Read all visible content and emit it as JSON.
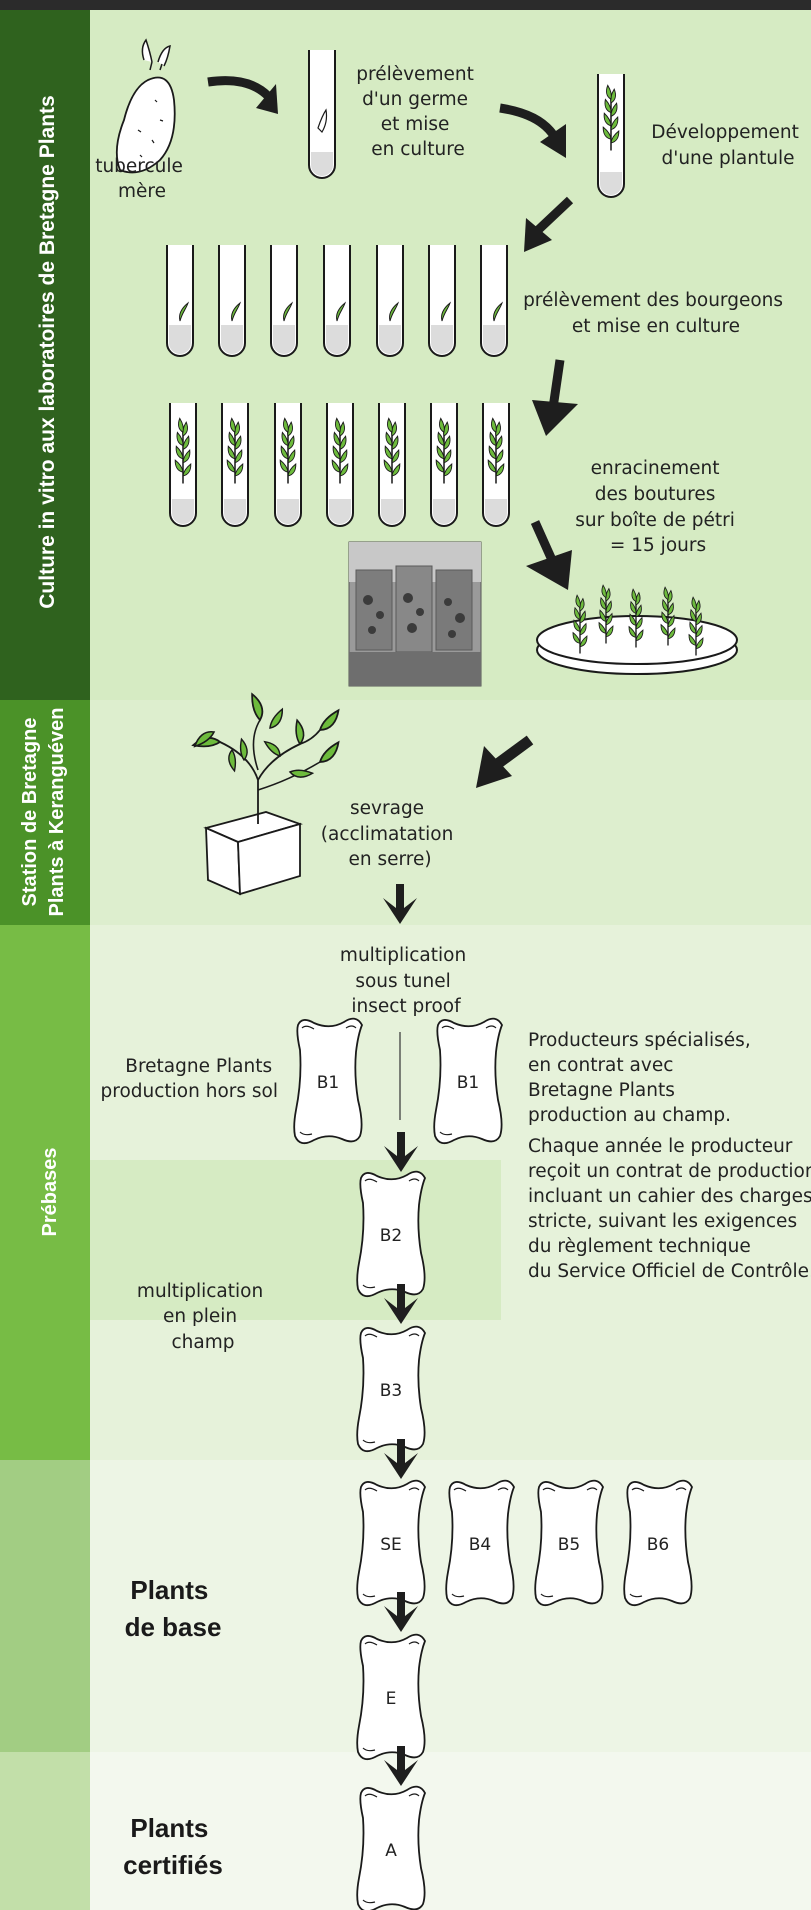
{
  "colors": {
    "top_bar": "#2b2b2b",
    "sidebar_dark": "#2f621e",
    "sidebar_medium": "#4b9228",
    "sidebar_light": "#77bc45",
    "sidebar_pale1": "#a2cd83",
    "sidebar_pale2": "#c2dfa9",
    "bg_lab": "#d6ebc3",
    "bg_station": "#ddeece",
    "bg_prebase": "#e6f2da",
    "bg_base": "#edf5e5",
    "bg_cert": "#f3f8ee",
    "arrow": "#1e1e1e",
    "leaf": "#6dbb3c"
  },
  "sections": {
    "lab": "Culture in vitro aux laboratoires de Bretagne Plants",
    "station_line1": "Station de Bretagne",
    "station_line2": "Plants à Keranguéven",
    "prebases": "Prébases",
    "base_line1": "Plants",
    "base_line2": "de base",
    "cert_line1": "Plants",
    "cert_line2": "certifiés"
  },
  "steps": {
    "tuber": [
      "tubercule",
      "mère"
    ],
    "germ": [
      "prélèvement",
      "d'un germe",
      "et mise",
      "en culture"
    ],
    "plantlet": [
      "Développement",
      "d'une plantule"
    ],
    "buds": [
      "prélèvement des bourgeons",
      "et mise en culture"
    ],
    "rooting": [
      "enracinement",
      "des boutures",
      "sur boîte de pétri",
      "= 15 jours"
    ],
    "weaning": [
      "sevrage",
      "(acclimatation",
      "en serre)"
    ],
    "multiplication_tunnel": [
      "multiplication",
      "sous tunel",
      "insect proof"
    ],
    "bp_production": [
      "Bretagne Plants",
      "production hors sol"
    ],
    "producers": [
      "Producteurs spécialisés,",
      "en contrat avec",
      "Bretagne Plants",
      "production au champ."
    ],
    "contract": [
      "Chaque année le producteur",
      "reçoit un contrat de production",
      "incluant un cahier des charges",
      "stricte, suivant les exigences",
      "du règlement technique",
      "du Service Officiel de Contrôle."
    ],
    "field": [
      "multiplication",
      "en plein",
      "champ"
    ]
  },
  "bags": {
    "b1_left": "B1",
    "b1_right": "B1",
    "b2": "B2",
    "b3": "B3",
    "se": "SE",
    "b4": "B4",
    "b5": "B5",
    "b6": "B6",
    "e": "E",
    "a": "A"
  }
}
